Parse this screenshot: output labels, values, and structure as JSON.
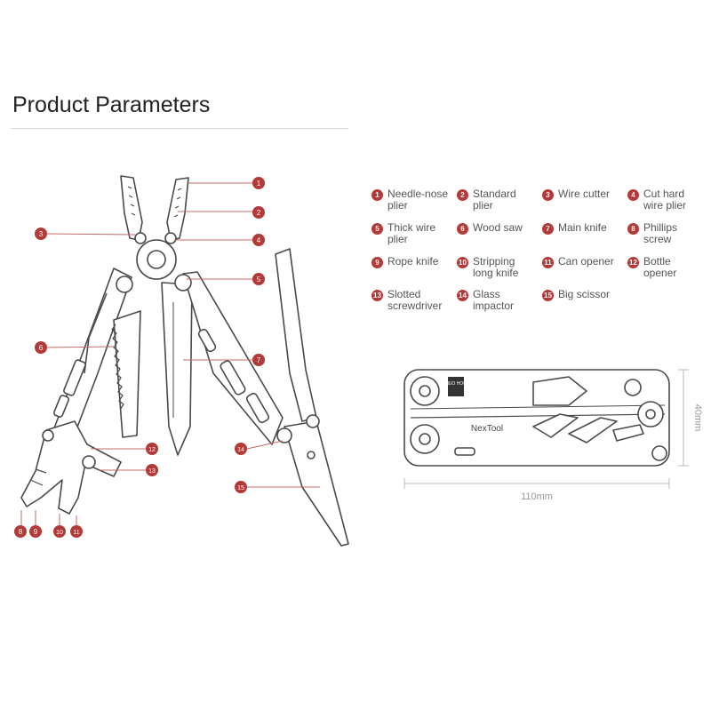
{
  "header": {
    "title": "Product Parameters"
  },
  "colors": {
    "badge": "#b23a38",
    "line": "#c46b69",
    "tool_stroke": "#4a4a4a"
  },
  "legend": [
    {
      "num": "1",
      "line1": "Needle-nose",
      "line2": "plier"
    },
    {
      "num": "2",
      "line1": "Standard",
      "line2": "plier"
    },
    {
      "num": "3",
      "line1": "Wire cutter",
      "line2": ""
    },
    {
      "num": "4",
      "line1": "Cut hard",
      "line2": "wire plier"
    },
    {
      "num": "5",
      "line1": "Thick wire",
      "line2": "plier"
    },
    {
      "num": "6",
      "line1": "Wood saw",
      "line2": ""
    },
    {
      "num": "7",
      "line1": "Main knife",
      "line2": ""
    },
    {
      "num": "8",
      "line1": "Phillips",
      "line2": "screw"
    },
    {
      "num": "9",
      "line1": "Rope knife",
      "line2": ""
    },
    {
      "num": "10",
      "line1": "Stripping",
      "line2": "long knife"
    },
    {
      "num": "11",
      "line1": "Can opener",
      "line2": ""
    },
    {
      "num": "12",
      "line1": "Bottle",
      "line2": "opener"
    },
    {
      "num": "13",
      "line1": "Slotted",
      "line2": "screwdriver"
    },
    {
      "num": "14",
      "line1": "Glass",
      "line2": "impactor"
    },
    {
      "num": "15",
      "line1": "Big scissor",
      "line2": ""
    }
  ],
  "callouts": [
    "1",
    "2",
    "3",
    "4",
    "5",
    "6",
    "7",
    "8",
    "9",
    "10",
    "11",
    "12",
    "13",
    "14",
    "15"
  ],
  "closed_tool": {
    "brand": "NexTool",
    "badge_text": "HUO HOU",
    "width_label": "110mm",
    "height_label": "40mm"
  }
}
